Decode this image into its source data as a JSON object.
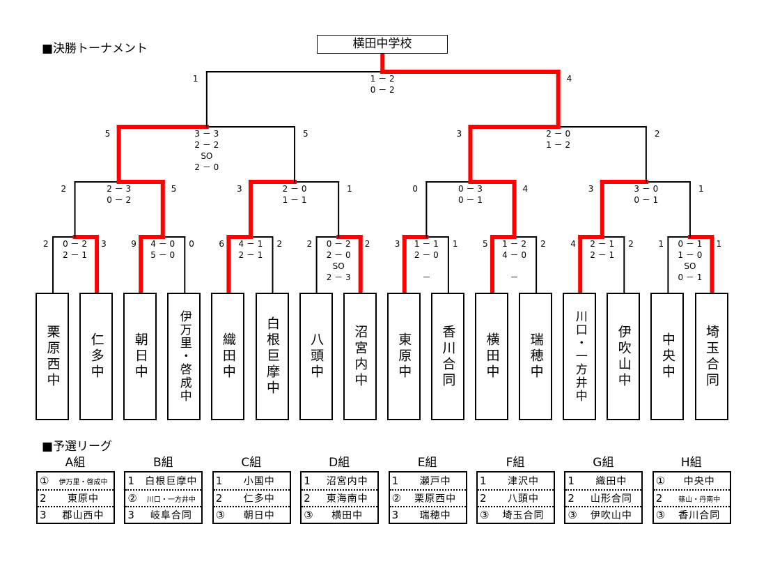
{
  "titles": {
    "tournament": "■決勝トーナメント",
    "league": "■予選リーグ"
  },
  "colors": {
    "winner_line": "#ff0000",
    "line": "#000000"
  },
  "champion": "横田中学校",
  "teams": [
    {
      "name": "栗原西中"
    },
    {
      "name": "仁多中"
    },
    {
      "name": "朝日中"
    },
    {
      "name": "伊万里・啓成中"
    },
    {
      "name": "織田中"
    },
    {
      "name": "白根巨摩中"
    },
    {
      "name": "八頭中"
    },
    {
      "name": "沼宮内中"
    },
    {
      "name": "東原中"
    },
    {
      "name": "香川合同"
    },
    {
      "name": "横田中"
    },
    {
      "name": "瑞穂中"
    },
    {
      "name": "川口・一方井中"
    },
    {
      "name": "伊吹山中"
    },
    {
      "name": "中央中"
    },
    {
      "name": "埼玉合同"
    }
  ],
  "round1": [
    {
      "left_total": "2",
      "right_total": "3",
      "halves": [
        "0 － 2",
        "2 － 1"
      ],
      "extra": "",
      "so": "",
      "winner": "right"
    },
    {
      "left_total": "9",
      "right_total": "0",
      "halves": [
        "4 － 0",
        "5 － 0"
      ],
      "extra": "",
      "so": "",
      "winner": "left"
    },
    {
      "left_total": "6",
      "right_total": "2",
      "halves": [
        "4 － 1",
        "2 － 1"
      ],
      "extra": "",
      "so": "",
      "winner": "left"
    },
    {
      "left_total": "2",
      "right_total": "2",
      "halves": [
        "0 － 2",
        "2 － 0"
      ],
      "extra": "SO",
      "so": "2 － 3",
      "winner": "right"
    },
    {
      "left_total": "3",
      "right_total": "1",
      "halves": [
        "1 － 1",
        "2 － 0"
      ],
      "extra": "",
      "so": "－",
      "winner": "left"
    },
    {
      "left_total": "5",
      "right_total": "2",
      "halves": [
        "1 － 2",
        "4 － 0"
      ],
      "extra": "",
      "so": "－",
      "winner": "left"
    },
    {
      "left_total": "4",
      "right_total": "2",
      "halves": [
        "2 － 1",
        "2 － 1"
      ],
      "extra": "",
      "so": "",
      "winner": "left"
    },
    {
      "left_total": "1",
      "right_total": "1",
      "halves": [
        "0 － 1",
        "1 － 0"
      ],
      "extra": "SO",
      "so": "0 － 1",
      "winner": "right"
    }
  ],
  "quarterfinals": [
    {
      "left_total": "2",
      "right_total": "5",
      "halves": [
        "2 － 3",
        "0 － 2"
      ],
      "winner": "right"
    },
    {
      "left_total": "3",
      "right_total": "1",
      "halves": [
        "2 － 0",
        "1 － 1"
      ],
      "winner": "left"
    },
    {
      "left_total": "0",
      "right_total": "4",
      "halves": [
        "0 － 3",
        "0 － 1"
      ],
      "winner": "right"
    },
    {
      "left_total": "3",
      "right_total": "1",
      "halves": [
        "3 － 0",
        "0 － 1"
      ],
      "winner": "left"
    }
  ],
  "semifinals": [
    {
      "left_total": "5",
      "right_total": "5",
      "halves": [
        "3 － 3",
        "2 － 2"
      ],
      "extra": "SO",
      "so": "2 － 0",
      "winner": "left"
    },
    {
      "left_total": "3",
      "right_total": "2",
      "halves": [
        "2 － 0",
        "1 － 2"
      ],
      "extra": "",
      "so": "",
      "winner": "left"
    }
  ],
  "final": {
    "left_total": "1",
    "right_total": "4",
    "halves": [
      "1 － 2",
      "0 － 2"
    ],
    "winner": "right"
  },
  "groups": [
    {
      "title": "A組",
      "rows": [
        {
          "rank": "①",
          "name": "伊万里・啓成中",
          "small": true
        },
        {
          "rank": "2",
          "name": "東原中"
        },
        {
          "rank": "3",
          "name": "郡山西中"
        }
      ]
    },
    {
      "title": "B組",
      "rows": [
        {
          "rank": "1",
          "name": "白根巨摩中"
        },
        {
          "rank": "②",
          "name": "川口・一方井中",
          "small": true
        },
        {
          "rank": "3",
          "name": "岐阜合同"
        }
      ]
    },
    {
      "title": "C組",
      "rows": [
        {
          "rank": "1",
          "name": "小国中"
        },
        {
          "rank": "2",
          "name": "仁多中"
        },
        {
          "rank": "③",
          "name": "朝日中"
        }
      ]
    },
    {
      "title": "D組",
      "rows": [
        {
          "rank": "1",
          "name": "沼宮内中"
        },
        {
          "rank": "2",
          "name": "東海南中"
        },
        {
          "rank": "③",
          "name": "横田中"
        }
      ]
    },
    {
      "title": "E組",
      "rows": [
        {
          "rank": "1",
          "name": "瀬戸中"
        },
        {
          "rank": "②",
          "name": "栗原西中"
        },
        {
          "rank": "3",
          "name": "瑞穂中"
        }
      ]
    },
    {
      "title": "F組",
      "rows": [
        {
          "rank": "1",
          "name": "津沢中"
        },
        {
          "rank": "2",
          "name": "八頭中"
        },
        {
          "rank": "③",
          "name": "埼玉合同"
        }
      ]
    },
    {
      "title": "G組",
      "rows": [
        {
          "rank": "1",
          "name": "織田中"
        },
        {
          "rank": "2",
          "name": "山形合同"
        },
        {
          "rank": "③",
          "name": "伊吹山中"
        }
      ]
    },
    {
      "title": "H組",
      "rows": [
        {
          "rank": "①",
          "name": "中央中"
        },
        {
          "rank": "2",
          "name": "篠山・丹南中",
          "small": true
        },
        {
          "rank": "③",
          "name": "香川合同"
        }
      ]
    }
  ]
}
